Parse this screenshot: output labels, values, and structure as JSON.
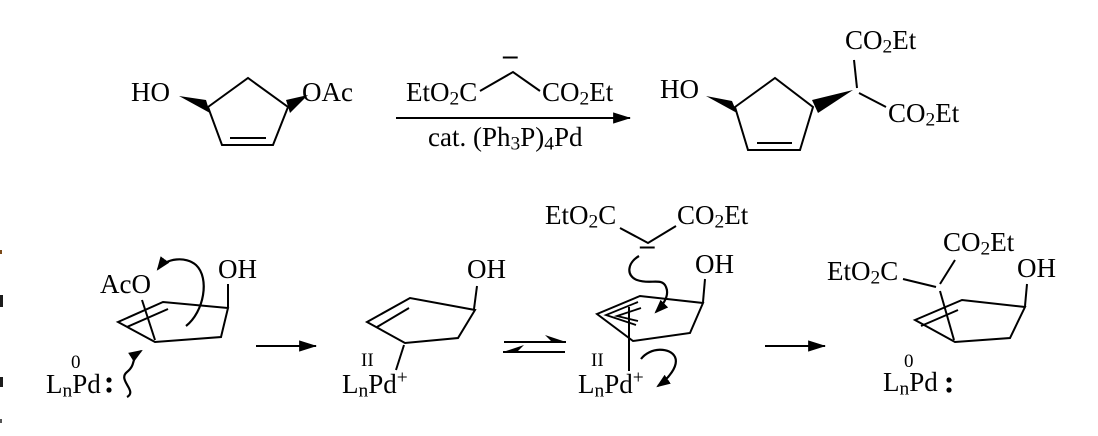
{
  "colors": {
    "ink": "#000000",
    "paper": "#ffffff"
  },
  "top_reaction": {
    "reactant": {
      "hydroxyl": "HO",
      "acetate": "OAc"
    },
    "conditions": {
      "nucleophile_left_ester": [
        {
          "t": "EtO"
        },
        {
          "t": "2",
          "s": "sub"
        },
        {
          "t": "C"
        }
      ],
      "nucleophile_right_ester": [
        {
          "t": "CO"
        },
        {
          "t": "2",
          "s": "sub"
        },
        {
          "t": "Et"
        }
      ],
      "nucleophile_charge": "–",
      "catalyst_line": [
        {
          "t": "cat. (Ph"
        },
        {
          "t": "3",
          "s": "sub"
        },
        {
          "t": "P)"
        },
        {
          "t": "4",
          "s": "sub"
        },
        {
          "t": "Pd"
        }
      ]
    },
    "product": {
      "hydroxyl": "HO",
      "ester_upper": [
        {
          "t": "CO"
        },
        {
          "t": "2",
          "s": "sub"
        },
        {
          "t": "Et"
        }
      ],
      "ester_lower": [
        {
          "t": "CO"
        },
        {
          "t": "2",
          "s": "sub"
        },
        {
          "t": "Et"
        }
      ]
    }
  },
  "mechanism": {
    "step1": {
      "acetate": "AcO",
      "hydroxyl": "OH",
      "pd_oxidation_state": "0",
      "pd_complex": [
        {
          "t": "L"
        },
        {
          "t": "n",
          "s": "sub"
        },
        {
          "t": "Pd"
        }
      ]
    },
    "step2": {
      "hydroxyl": "OH",
      "pd_oxidation_state": "II",
      "pd_complex": [
        {
          "t": "L"
        },
        {
          "t": "n",
          "s": "sub"
        },
        {
          "t": "Pd"
        },
        {
          "t": "+",
          "s": "sup"
        }
      ]
    },
    "step3": {
      "ester_left": [
        {
          "t": "EtO"
        },
        {
          "t": "2",
          "s": "sub"
        },
        {
          "t": "C"
        }
      ],
      "ester_right": [
        {
          "t": "CO"
        },
        {
          "t": "2",
          "s": "sub"
        },
        {
          "t": "Et"
        }
      ],
      "charge": "–",
      "hydroxyl": "OH",
      "pd_oxidation_state": "II",
      "pd_complex": [
        {
          "t": "L"
        },
        {
          "t": "n",
          "s": "sub"
        },
        {
          "t": "Pd"
        },
        {
          "t": "+",
          "s": "sup"
        }
      ]
    },
    "step4": {
      "ester_left": [
        {
          "t": "EtO"
        },
        {
          "t": "2",
          "s": "sub"
        },
        {
          "t": "C"
        }
      ],
      "ester_upper": [
        {
          "t": "CO"
        },
        {
          "t": "2",
          "s": "sub"
        },
        {
          "t": "Et"
        }
      ],
      "hydroxyl": "OH",
      "pd_oxidation_state": "0",
      "pd_complex": [
        {
          "t": "L"
        },
        {
          "t": "n",
          "s": "sub"
        },
        {
          "t": "Pd"
        }
      ]
    }
  }
}
